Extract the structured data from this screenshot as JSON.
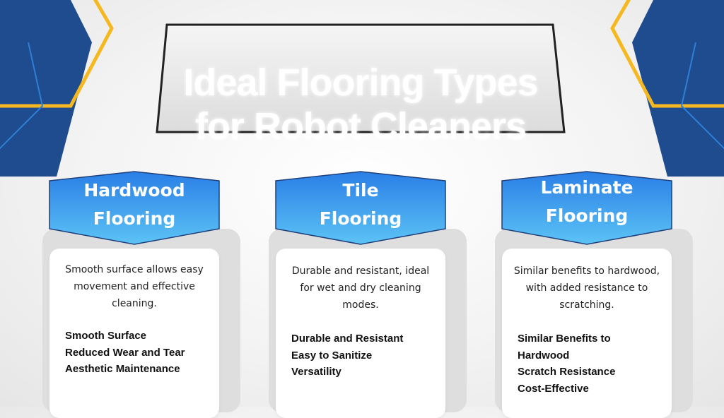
{
  "title": {
    "line1": "Ideal Flooring Types",
    "line2": "for Robot Cleaners"
  },
  "columns": [
    {
      "heading_line1": "Hardwood",
      "heading_line2": "Flooring",
      "description": "Smooth surface allows easy movement and effective cleaning.",
      "points": [
        "Smooth Surface",
        "Reduced Wear and Tear",
        "Aesthetic Maintenance"
      ]
    },
    {
      "heading_line1": "Tile",
      "heading_line2": "Flooring",
      "description": "Durable and resistant, ideal for wet and dry cleaning modes.",
      "points": [
        "Durable and Resistant",
        "Easy to Sanitize",
        "Versatility"
      ]
    },
    {
      "heading_line1": "Laminate",
      "heading_line2": "Flooring",
      "description": "Similar benefits to hardwood, with added resistance to scratching.",
      "points": [
        "Similar Benefits to",
        "Hardwood",
        "Scratch Resistance",
        "Cost-Effective"
      ]
    }
  ],
  "colors": {
    "navy": "#1f4b8f",
    "gold": "#f5b820",
    "hex_top": "#2a7fe6",
    "hex_bottom": "#5cc3f5"
  }
}
